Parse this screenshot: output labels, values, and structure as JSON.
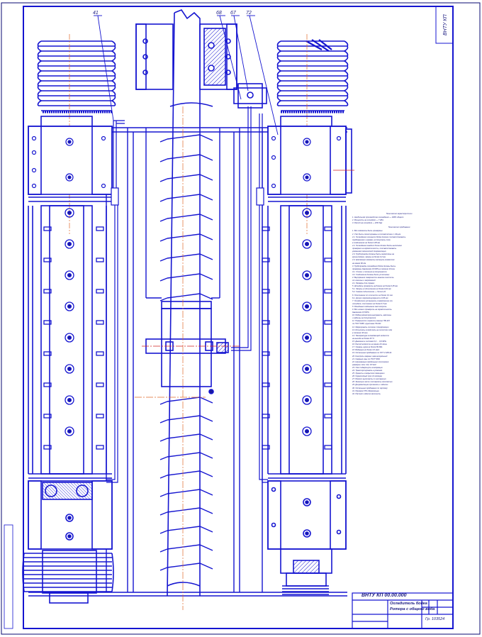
{
  "stamp_code": "ВНТУ КП 00.00.000",
  "title_lines": [
    "Охладитель бойка",
    "Ротора с общего вида"
  ],
  "group": "Гр. 103524",
  "corner_code": "ВНТУ КП",
  "callouts": [
    "41",
    "68",
    "67",
    "72"
  ],
  "technical_requirements_heading": "Технические характеристики",
  "technical_requirements": [
    "1. Наибольшее производство охлаждение — 100% общего",
    "2. Мощность на шпинделе — 7 кВт",
    "3. Расход на шпинделе — 20% бар"
  ],
  "technical_notes_heading": "Технические требования",
  "technical_notes": [
    "1. Все элементы быть проверены",
    "2. Узел быть смонтированы в соответствии с общим",
    "2.1. Охлаждение основного бойка должно соответствовать",
    "   требованиям и нормам, не допускать течи",
    "   в соединениях не более 0,05 мм",
    "2.2. Охлаждение каждого блока должно быть выполнено",
    "   проверено на герметичность, соответствовать",
    "   указаниям технической документации",
    "2.3. Трубопроводы должны быть закреплены на",
    "   кронштейнах, зазоры не более 0,2 мм",
    "2.4. Крепежные элементы затянуть моментом",
    "   не менее 60 Нм",
    "3. Трубопроводы охлаждения бойка должны быть",
    "   проверены давлением 0,6 МПа в течение 10 мин",
    "3.1. Утечки и потение не допускаются",
    "3.2. Соединения должны быть уплотнены",
    "4. Внутренние поверхности каналов очистить",
    "   от окалины и загрязнений",
    "4.1. Размеры для справок",
    "5. Шпиндель проверить на биение не более 0,05 мм",
    "5.1. Зазоры в подшипниках не более 0,02 мм",
    "5.2. Смазка подшипников — Литол-24",
    "6. Отклонения от соосности не более 0,1 мм",
    "6.1. Допуск перпендикулярности 0,05 мм",
    "7. Охладители установить симметрично оси",
    "   шпинделя, отклонение не более 0,5 мм",
    "8. Резьбовые соединения застопорить",
    "9. Все шланги проверить на герметичность",
    "   давлением 0,8 МПа",
    "10. Ребра радиаторов выправить, вмятины",
    "   и забоины не допускаются",
    "11. Поверхности окрасить эмалью ПФ-115",
    "   по ГОСТ 6465, грунтовка ГФ-021",
    "12. Маркировать согласно спецификации",
    "13. Испытать охладитель на холостом ходу",
    "   в течение 30 мин",
    "14. Температура охлаждающей жидкости",
    "   на выходе не более 45 °С",
    "15. Давление в системе 0,4 … 0,6 МПа",
    "16. Расход жидкости не менее 20 л/мин",
    "17. Уровень шума не более 80 дБА",
    "18. Вибрация не более 4,5 мм/с",
    "19. Остальные требования по ОСТ 2 Н89-31",
    "20. Контроль сварных швов визуальный",
    "21. Сварные швы по ГОСТ 5264",
    "22. Неуказанные предельные отклонения",
    "   размеров: Н14, h14, ±IT14/2",
    "23. Узел подвергнуть консервации",
    "24. Транспортировать в упаковке",
    "25. Хранить в закрытом помещении",
    "26. Гарантийный срок 12 месяцев",
    "27. Ремонт выполнять по инструкции",
    "28. Запасные части поставлять комплектно",
    "29. Документацию прилагать к изделию",
    "30. Остальные требования по чертежу",
    "31. Приемка ОТК обязательна",
    "32. Паспорт изделия заполнить"
  ],
  "colors": {
    "line": "#1515d0",
    "dark_line": "#0a0a70",
    "axis": "#e06a2a",
    "axis_red": "#d02020",
    "fill_dark": "#1a1a9a"
  }
}
